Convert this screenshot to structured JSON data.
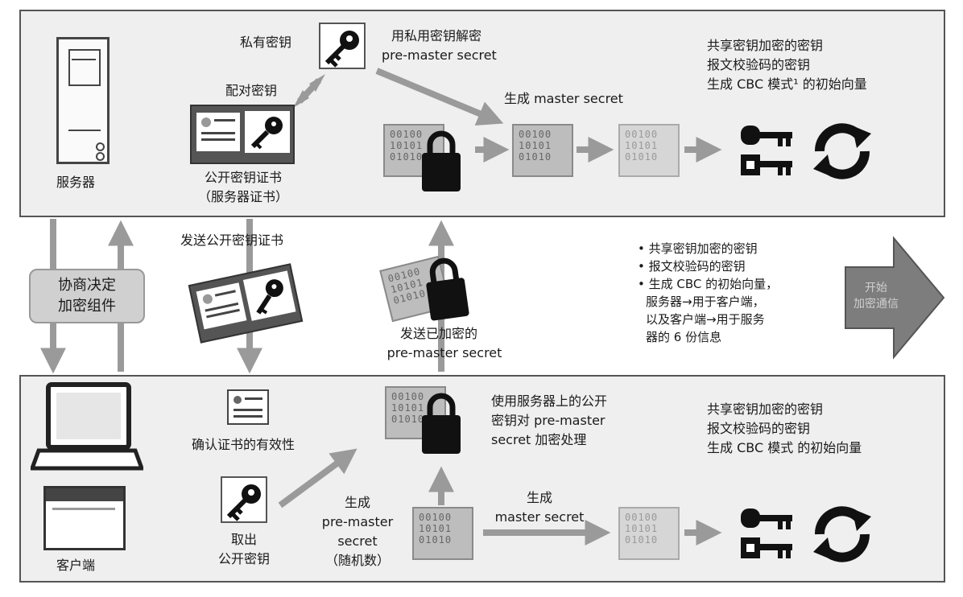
{
  "server": {
    "label": "服务器",
    "private_key": "私有密钥",
    "pair_key": "配对密钥",
    "cert_line1": "公开密钥证书",
    "cert_line2": "（服务器证书）",
    "decrypt_line1": "用私用密钥解密",
    "decrypt_line2": "pre-master secret",
    "gen_master": "生成 master secret",
    "shared_line1": "共享密钥加密的密钥",
    "shared_line2": "报文校验码的密钥",
    "shared_line3": "生成 CBC 模式¹ 的初始向量"
  },
  "middle": {
    "negotiate_line1": "协商决定",
    "negotiate_line2": "加密组件",
    "send_cert": "发送公开密钥证书",
    "send_encrypted_line1": "发送已加密的",
    "send_encrypted_line2": "pre-master secret",
    "bullets": [
      "• 共享密钥加密的密钥",
      "• 报文校验码的密钥",
      "• 生成 CBC 的初始向量，",
      "  服务器→用于客户端，",
      "  以及客户端→用于服务",
      "  器的 6 份信息"
    ],
    "start_line1": "开始",
    "start_line2": "加密通信"
  },
  "client": {
    "label": "客户端",
    "verify_cert": "确认证书的有效性",
    "extract_line1": "取出",
    "extract_line2": "公开密钥",
    "gen_pm_line1": "生成",
    "gen_pm_line2": "pre-master",
    "gen_pm_line3": "secret",
    "gen_pm_line4": "（随机数）",
    "use_pub_line1": "使用服务器上的公开",
    "use_pub_line2": "密钥对 pre-master",
    "use_pub_line3": "secret 加密处理",
    "gen_master_line1": "生成",
    "gen_master_line2": "master secret",
    "shared_line1": "共享密钥加密的密钥",
    "shared_line2": "报文校验码的密钥",
    "shared_line3": "生成 CBC 模式 的初始向量"
  },
  "bits": [
    "00100",
    "10101",
    "01010"
  ]
}
